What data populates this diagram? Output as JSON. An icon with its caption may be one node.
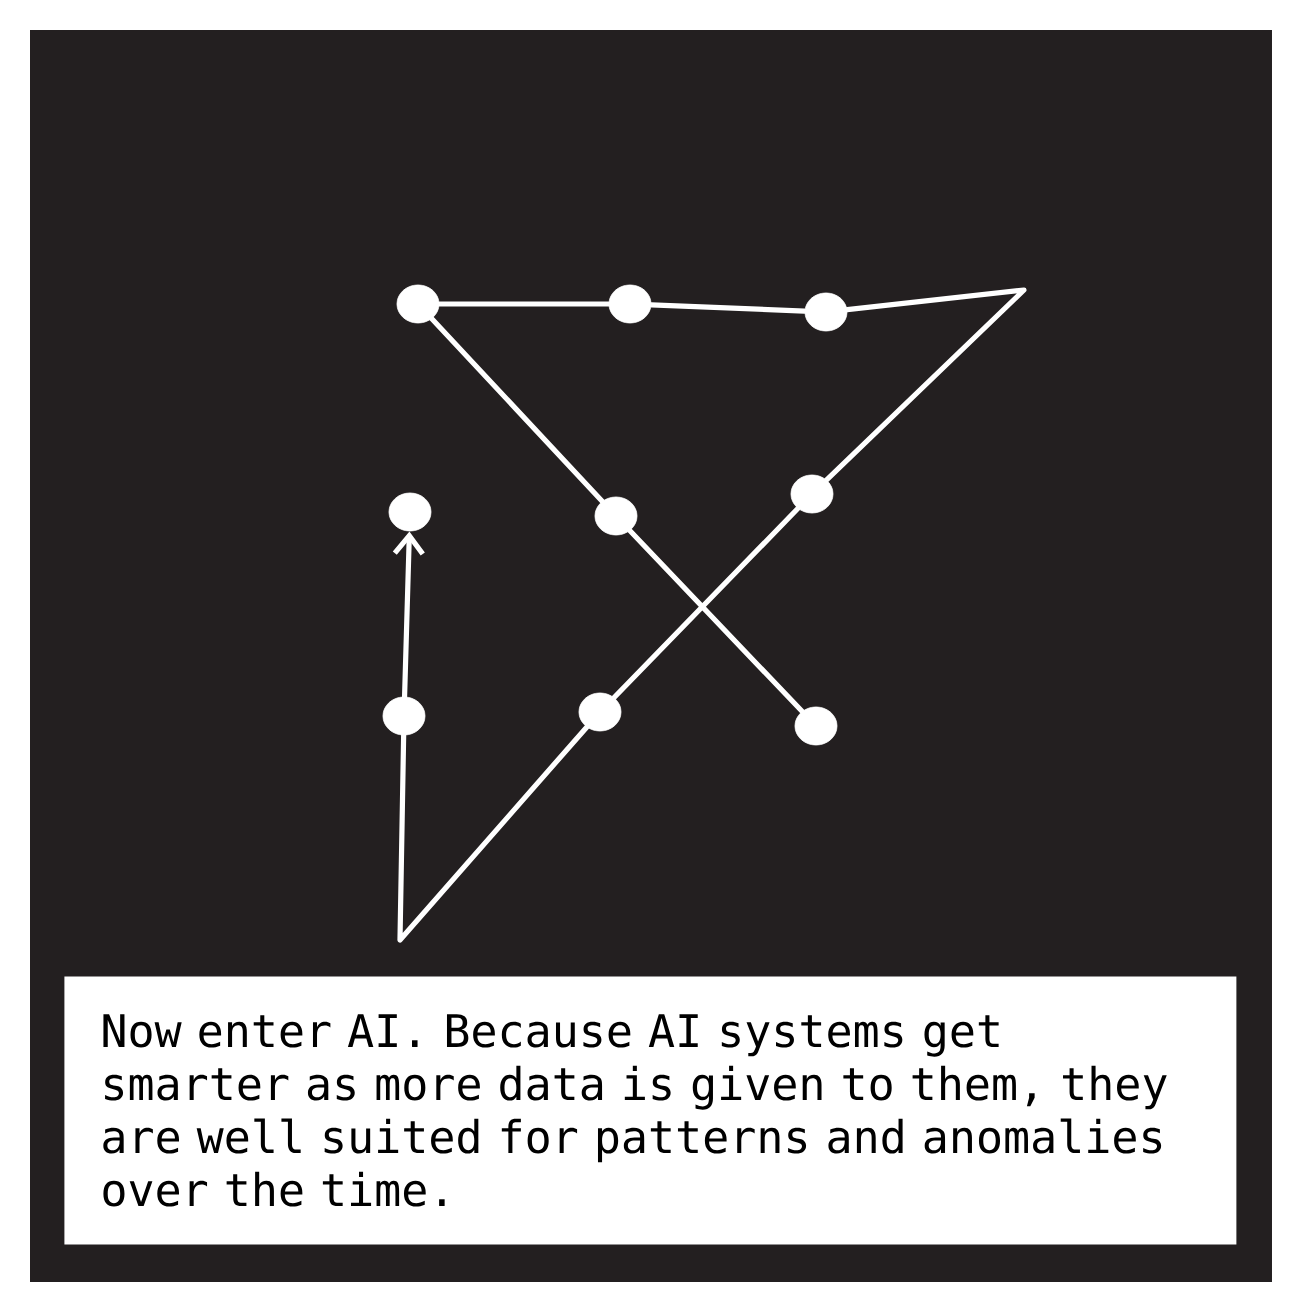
{
  "diagram": {
    "nodes": [
      {
        "text": [],
        "shape": "circle"
      },
      {
        "text": [],
        "shape": "circle"
      },
      {
        "text": [],
        "shape": "circle"
      },
      {
        "text": [],
        "shape": "circle"
      },
      {
        "text": [],
        "shape": "circle"
      },
      {
        "text": [],
        "shape": "circle"
      },
      {
        "text": [],
        "shape": "circle"
      },
      {
        "text": [],
        "shape": "circle"
      },
      {
        "text": [],
        "shape": "circle"
      }
    ],
    "edges": [
      {
        "from": 8,
        "to": 4,
        "arrow": "none"
      },
      {
        "from": 4,
        "to": 0,
        "arrow": "none"
      },
      {
        "from": 0,
        "to": 1,
        "arrow": "none"
      },
      {
        "from": 1,
        "to": 2,
        "arrow": "none"
      },
      {
        "from": 2,
        "to": 5,
        "arrow": "none"
      },
      {
        "from": 5,
        "to": 7,
        "arrow": "none"
      },
      {
        "from": 7,
        "to": 6,
        "arrow": "none"
      },
      {
        "from": 6,
        "to": 3,
        "arrow": "to"
      }
    ],
    "labels": [
      "Now enter AI. Because AI systems get smarter as more data is given to them, they are well suited for patterns and anomalies over the time."
    ]
  }
}
